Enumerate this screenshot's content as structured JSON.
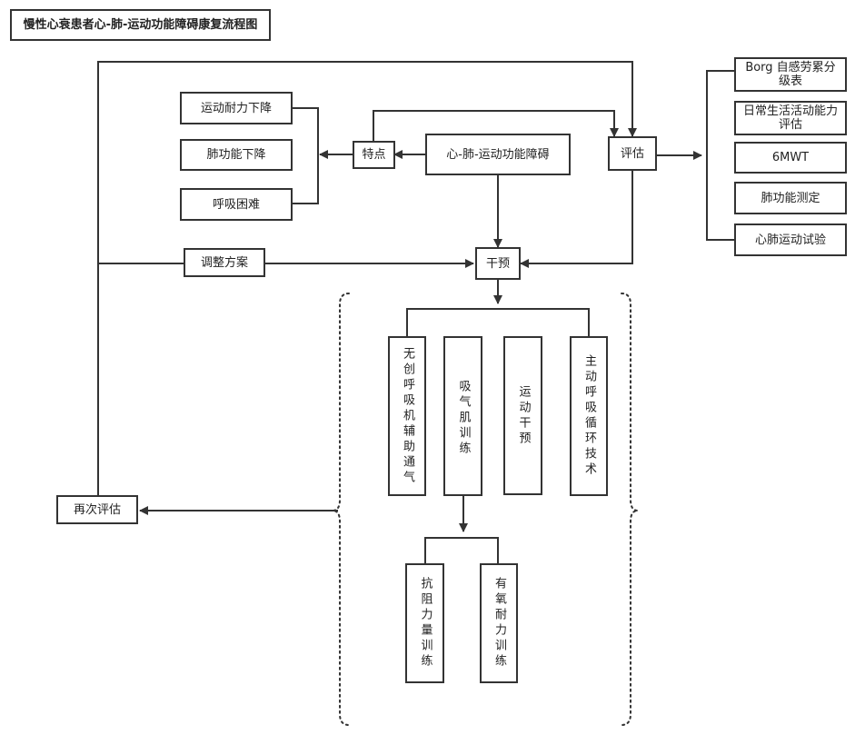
{
  "title": "慢性心衰患者心-肺-运动功能障碍康复流程图",
  "nodes": {
    "core": "心-肺-运动功能障碍",
    "features": "特点",
    "f1": "运动耐力下降",
    "f2": "肺功能下降",
    "f3": "呼吸困难",
    "assess": "评估",
    "a1": "Borg 自感劳累分级表",
    "a2": "日常生活活动能力评估",
    "a3": "6MWT",
    "a4": "肺功能测定",
    "a5": "心肺运动试验",
    "intervene": "干预",
    "adjust": "调整方案",
    "reassess": "再次评估",
    "i1": "无创呼吸机辅助通气",
    "i2": "吸气肌训练",
    "i3": "运动干预",
    "i4": "主动呼吸循环技术",
    "e1": "抗阻力量训练",
    "e2": "有氧耐力训练"
  },
  "colors": {
    "line": "#333333",
    "fill": "#ffffff"
  }
}
